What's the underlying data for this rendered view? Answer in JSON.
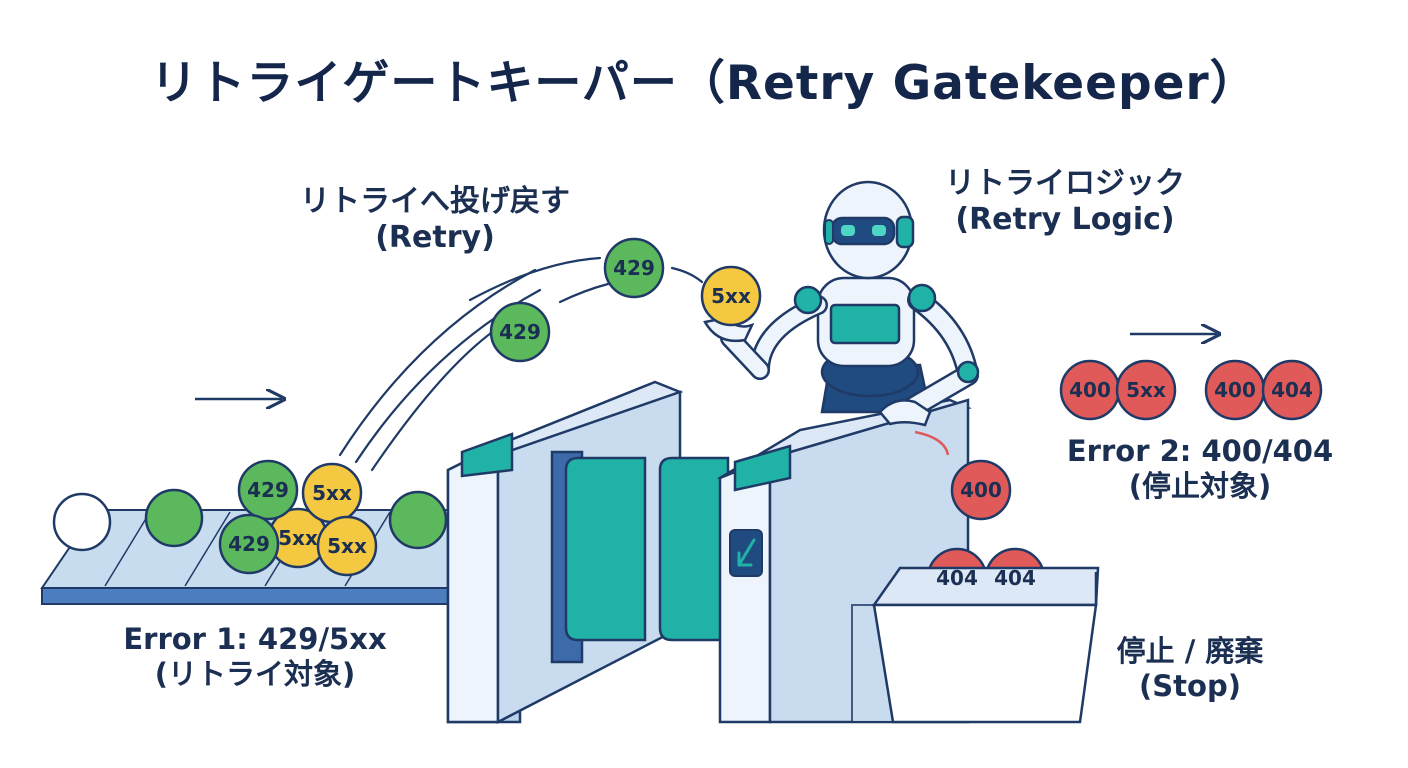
{
  "title": "リトライゲートキーパー（Retry Gatekeeper）",
  "labels": {
    "retry_throw_jp": "リトライへ投げ戻す",
    "retry_throw_en": "(Retry)",
    "retry_logic_jp": "リトライロジック",
    "retry_logic_en": "(Retry Logic)",
    "error1_line1": "Error 1: 429/5xx",
    "error1_line2": "(リトライ対象)",
    "error2_line1": "Error 2: 400/404",
    "error2_line2": "(停止対象)",
    "stop_jp": "停止 / 廃棄",
    "stop_en": "(Stop)"
  },
  "balls": {
    "code_429": "429",
    "code_5xx": "5xx",
    "code_400": "400",
    "code_404": "404"
  },
  "colors": {
    "title": "#14264a",
    "text": "#1b2f52",
    "outline": "#1f3a66",
    "green_ball": "#5cb85c",
    "yellow_ball": "#f5c842",
    "red_ball": "#e05a5a",
    "teal": "#20b2a6",
    "gate_body": "#c9dcef",
    "conveyor_top": "#c8dcef",
    "conveyor_side": "#4d7fc0"
  },
  "icons": [
    "arrow-right-icon",
    "arrow-down-left-icon",
    "robot-icon"
  ]
}
